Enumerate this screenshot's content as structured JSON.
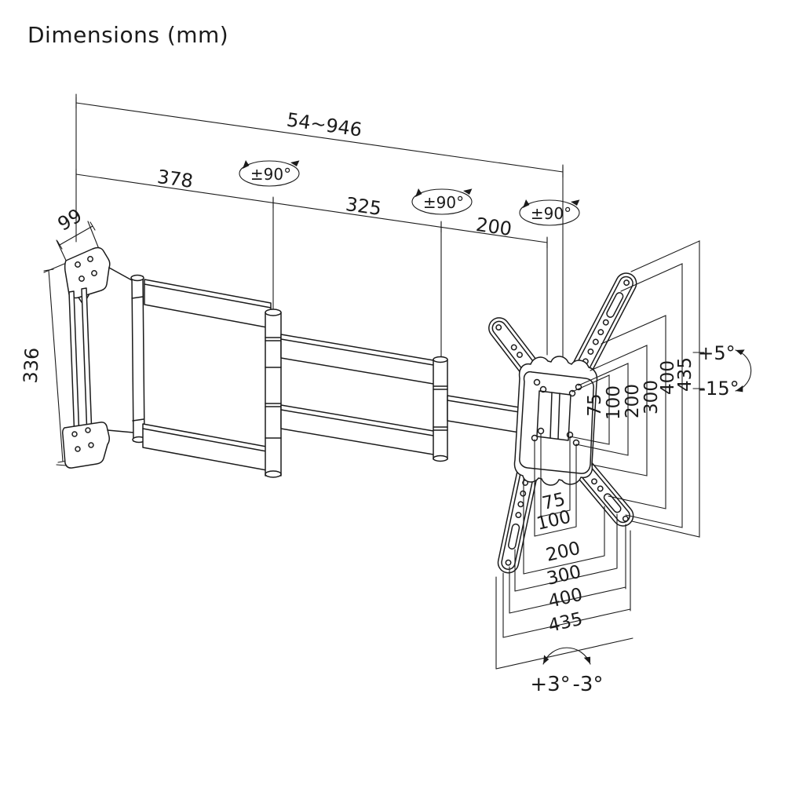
{
  "title": "Dimensions (mm)",
  "dimensions": {
    "extension_range": "54~946",
    "arm_segment_1": "378",
    "arm_segment_2": "325",
    "arm_segment_3": "200",
    "wall_plate_depth": "99",
    "wall_plate_height": "336",
    "swivel": [
      "±90°",
      "±90°",
      "±90°"
    ],
    "tilt_up": "+5°",
    "tilt_down": "-15°",
    "rotation_cw": "+3°",
    "rotation_ccw": "-3°",
    "vesa_vertical": [
      "75",
      "100",
      "200",
      "300",
      "400",
      "435"
    ],
    "vesa_horizontal": [
      "75",
      "100",
      "200",
      "300",
      "400",
      "435"
    ]
  },
  "colors": {
    "line": "#1b1b1b",
    "background": "#ffffff"
  }
}
